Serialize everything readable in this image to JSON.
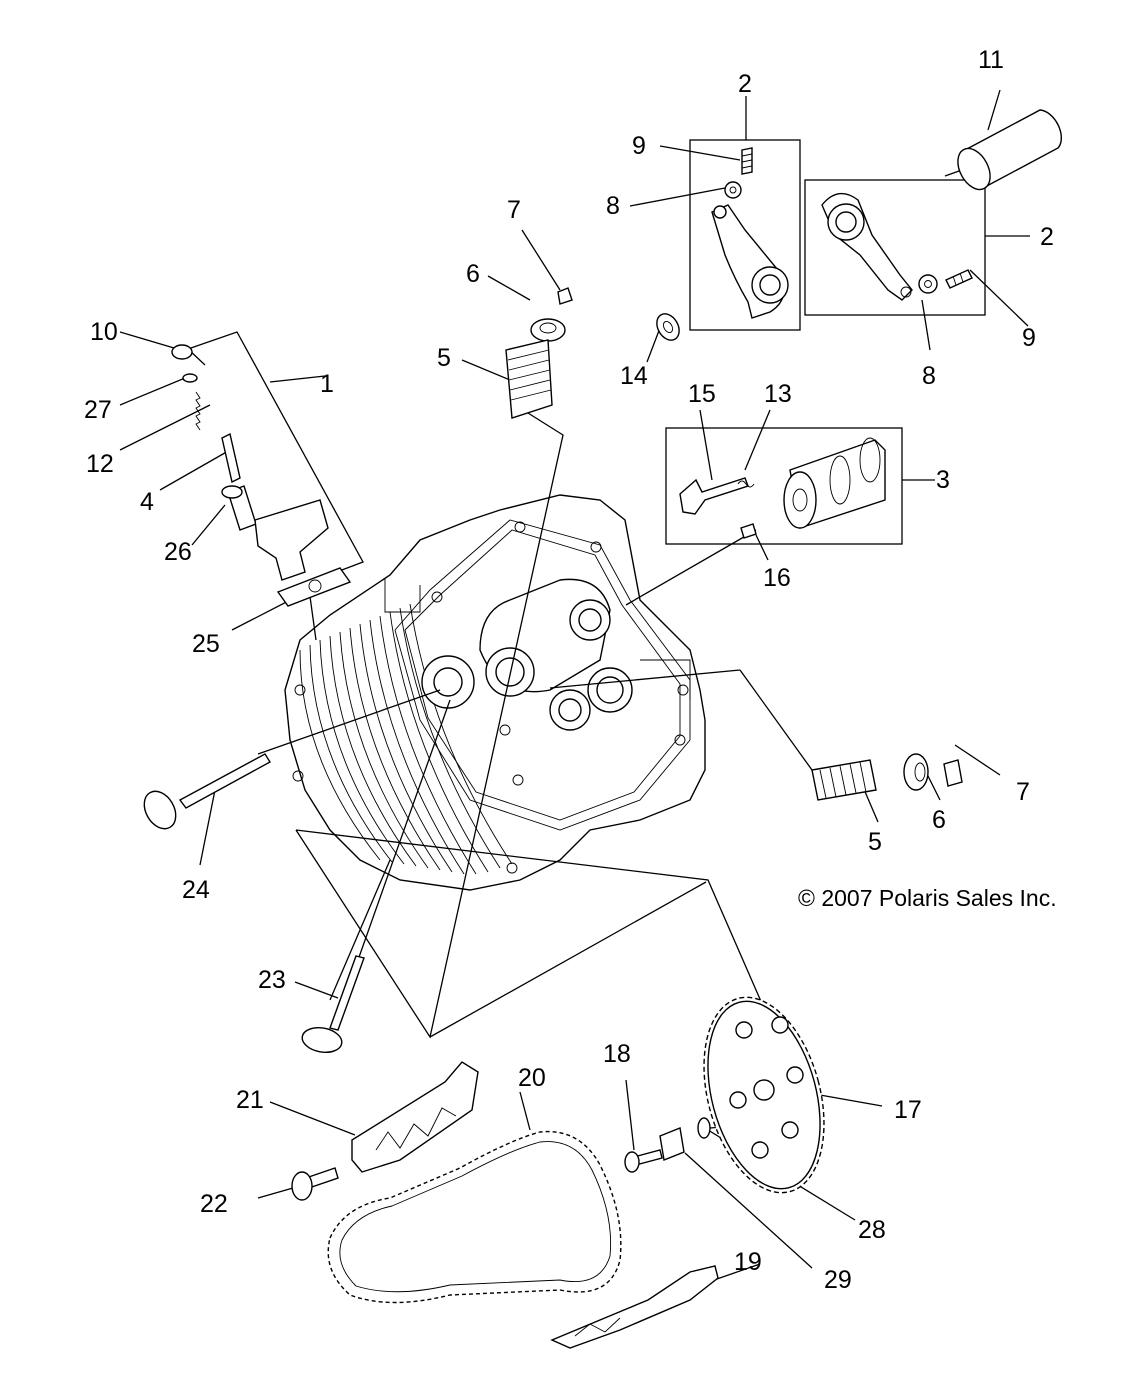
{
  "copyright": "© 2007 Polaris Sales Inc.",
  "callouts": [
    {
      "id": "c-11a",
      "text": "11"
    },
    {
      "id": "c-2a",
      "text": "2"
    },
    {
      "id": "c-9a",
      "text": "9"
    },
    {
      "id": "c-8a",
      "text": "8"
    },
    {
      "id": "c-2b",
      "text": "2"
    },
    {
      "id": "c-7a",
      "text": "7"
    },
    {
      "id": "c-6a",
      "text": "6"
    },
    {
      "id": "c-10",
      "text": "10"
    },
    {
      "id": "c-1",
      "text": "1"
    },
    {
      "id": "c-5a",
      "text": "5"
    },
    {
      "id": "c-27",
      "text": "27"
    },
    {
      "id": "c-14",
      "text": "14"
    },
    {
      "id": "c-9b",
      "text": "9"
    },
    {
      "id": "c-8b",
      "text": "8"
    },
    {
      "id": "c-12",
      "text": "12"
    },
    {
      "id": "c-15",
      "text": "15"
    },
    {
      "id": "c-13",
      "text": "13"
    },
    {
      "id": "c-4",
      "text": "4"
    },
    {
      "id": "c-3",
      "text": "3"
    },
    {
      "id": "c-26",
      "text": "26"
    },
    {
      "id": "c-16",
      "text": "16"
    },
    {
      "id": "c-25",
      "text": "25"
    },
    {
      "id": "c-7b",
      "text": "7"
    },
    {
      "id": "c-6b",
      "text": "6"
    },
    {
      "id": "c-5b",
      "text": "5"
    },
    {
      "id": "c-24",
      "text": "24"
    },
    {
      "id": "c-23",
      "text": "23"
    },
    {
      "id": "c-18",
      "text": "18"
    },
    {
      "id": "c-20",
      "text": "20"
    },
    {
      "id": "c-21",
      "text": "21"
    },
    {
      "id": "c-17",
      "text": "17"
    },
    {
      "id": "c-22",
      "text": "22"
    },
    {
      "id": "c-28",
      "text": "28"
    },
    {
      "id": "c-19",
      "text": "19"
    },
    {
      "id": "c-29",
      "text": "29"
    }
  ]
}
